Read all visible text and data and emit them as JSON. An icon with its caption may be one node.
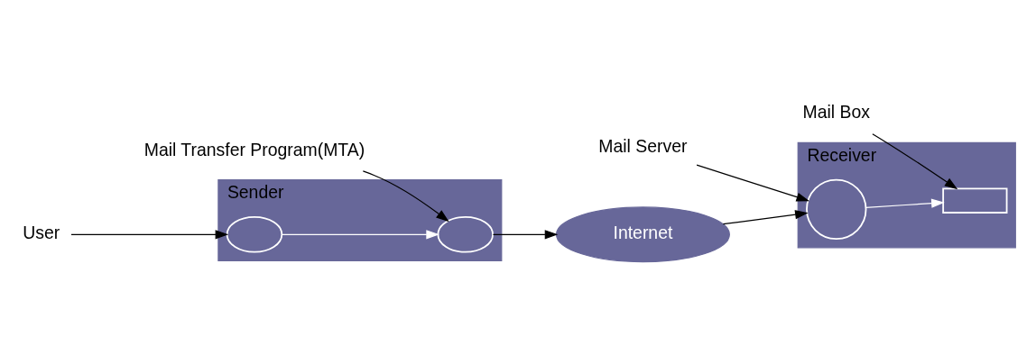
{
  "diagram": {
    "nodes": [
      {
        "text": [
          "Sender"
        ]
      },
      {
        "text": [],
        "shape": "ellipse",
        "in": 0
      },
      {
        "text": [],
        "shape": "ellipse",
        "in": 0
      },
      {
        "text": [
          "Receiver"
        ]
      },
      {
        "text": [],
        "shape": "box",
        "in": 3
      },
      {
        "text": [],
        "shape": "circle",
        "in": 3
      },
      {
        "text": [
          "Internet"
        ]
      },
      {
        "text": [
          "User"
        ]
      },
      {
        "text": [
          "Mail Transfer Program(MTA)"
        ]
      },
      {
        "text": [
          "Mail Box"
        ]
      },
      {
        "text": [
          "Mail Server"
        ]
      }
    ],
    "edges": [
      {
        "from": 7,
        "to": 1,
        "arrow": "to"
      },
      {
        "from": 1,
        "to": 2,
        "arrow": "to",
        "color": "#ffffff"
      },
      {
        "from": 2,
        "to": 6,
        "arrow": "to"
      },
      {
        "from": 6,
        "to": 5,
        "arrow": "to"
      },
      {
        "from": 5,
        "to": 4,
        "arrow": "to",
        "color": "#ffffff"
      },
      {
        "from": 8,
        "to": 2,
        "arrow": "to"
      },
      {
        "from": 9,
        "to": 4,
        "arrow": "to"
      },
      {
        "from": 10,
        "to": 5,
        "arrow": "to"
      }
    ]
  }
}
